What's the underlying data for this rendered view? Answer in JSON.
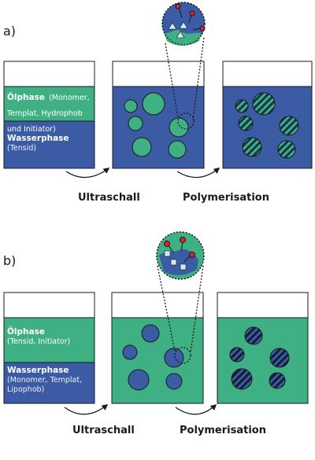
{
  "panels": [
    {
      "label": "a)",
      "oil_title": "Ölphase",
      "oil_desc": "(Monomer, Templat, Hydrophob und Initiator)",
      "water_title": "Wasserphase",
      "water_desc": "(Tensid)",
      "step1": "Ultraschall",
      "step2": "Polymerisation"
    },
    {
      "label": "b)",
      "oil_title": "Ölphase",
      "oil_desc": "(Tensid, Initiator)",
      "water_title": "Wasserphase",
      "water_desc": "(Monomer, Templat, Lipophob)",
      "step1": "Ultraschall",
      "step2": "Polymerisation"
    }
  ],
  "colors": {
    "oil": "#3fb083",
    "water": "#3b5ba5",
    "surfactant_head": "#e0202b",
    "template": "#cfe9f0",
    "outline": "#1a1a1a"
  },
  "icons": [
    "triangle-template-icon",
    "square-template-icon",
    "surfactant-icon",
    "curved-arrow-icon"
  ]
}
